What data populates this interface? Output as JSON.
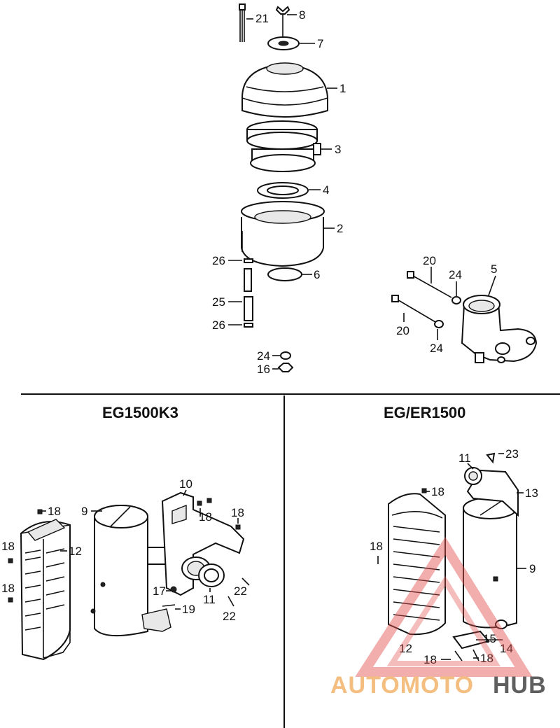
{
  "sections": {
    "left_title": "EG1500K3",
    "right_title": "EG/ER1500"
  },
  "callouts": {
    "c21": "21",
    "c8": "8",
    "c7": "7",
    "c1": "1",
    "c3": "3",
    "c4": "4",
    "c2": "2",
    "c6": "6",
    "c26a": "26",
    "c25": "25",
    "c26b": "26",
    "c24a": "24",
    "c16": "16",
    "c20a": "20",
    "c24b": "24",
    "c5": "5",
    "c20b": "20",
    "c24c": "24",
    "l18a": "18",
    "l18b": "18",
    "l18c": "18",
    "l12": "12",
    "l9": "9",
    "l10": "10",
    "l18d": "18",
    "l18e": "18",
    "l17": "17",
    "l11": "11",
    "l22a": "22",
    "l19": "19",
    "l22b": "22",
    "r11": "11",
    "r23": "23",
    "r13": "13",
    "r18a": "18",
    "r18b": "18",
    "r9": "9",
    "r12": "12",
    "r15": "15",
    "r14": "14",
    "r18c": "18",
    "r18d": "18"
  },
  "watermark": {
    "part1": "AUTOMOTO",
    "part2": "HUB",
    "colors": {
      "accent": "#f2b36b",
      "red": "#e45050",
      "dark": "#444444"
    }
  }
}
